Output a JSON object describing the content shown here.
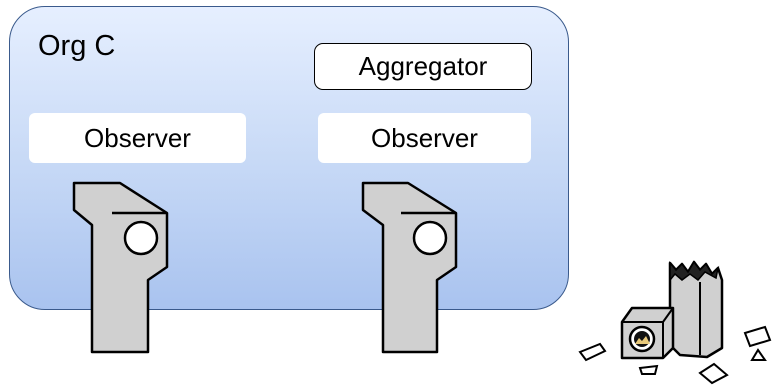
{
  "org": {
    "title": "Org C"
  },
  "aggregator": {
    "label": "Aggregator"
  },
  "observers": [
    {
      "label": "Observer"
    },
    {
      "label": "Observer"
    }
  ],
  "icons": {
    "observer_device": "camera-sensor-icon",
    "broken_device": "broken-camera-icon"
  },
  "colors": {
    "org_border": "#3a5a8c",
    "org_fill_top": "#e6efff",
    "org_fill_bottom": "#a9c3ef",
    "device_fill": "#d0d0d0",
    "device_stroke": "#000000"
  }
}
